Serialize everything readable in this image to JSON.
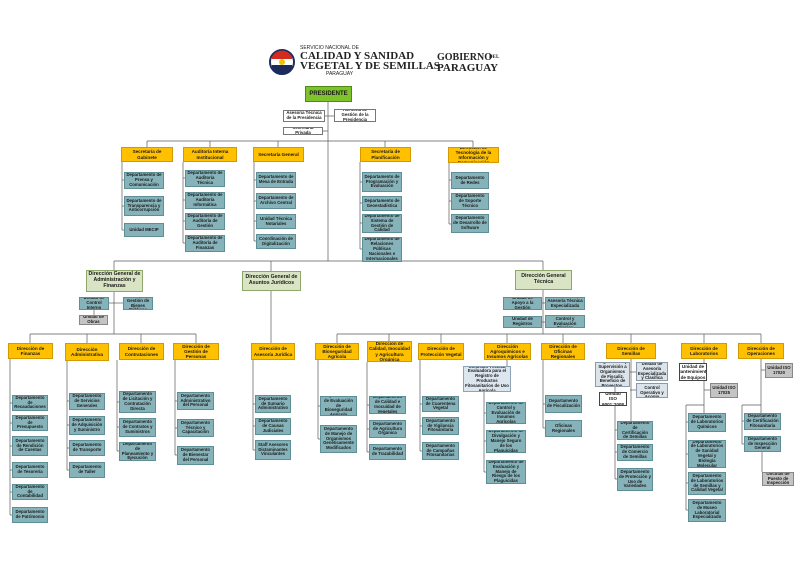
{
  "header": {
    "sn_line1": "SERVICIO NACIONAL DE",
    "sn_line2": "CALIDAD Y SANIDAD",
    "sn_line3": "VEGETAL Y DE SEMILLAS",
    "sn_line4": "PARAGUAY",
    "gob_line1": "GOBIERNO",
    "gob_del": "DEL",
    "gob_line2": "PARAGUAY"
  },
  "colors": {
    "presidente": "#7ec32b",
    "direccion_general": "#d9e4c4",
    "direccion": "#ffc000",
    "departamento": "#86b3ba",
    "line": "#5a5a5a"
  },
  "nodes": {
    "presidente": "PRESIDENTE",
    "asesoria_tecnica": "Asesoría Técnica de la Presidencia",
    "asesoria_gestion": "Asesoría de Gestión de la Presidencia",
    "secretaria_privada": "Secretaría Privada",
    "sec_gabinete": "Secretaría de Gabinete",
    "auditoria": "Auditoría Interna Institucional",
    "sec_general": "Secretaría General",
    "sec_planificacion": "Secretaría de Planificación",
    "dir_tic": "Dirección de Tecnología de la Información y Comunicación",
    "d_prensa": "Departamento de Prensa y Comunicación",
    "d_transparencia": "Departamento de Transparencia y Anticorrupción",
    "u_mecip": "Unidad MECIP",
    "d_aud_tecnica": "Departamento de Auditoría Técnica",
    "d_aud_informatica": "Departamento de Auditoría Informática",
    "d_aud_gestion": "Departamento de Auditoría de Gestión",
    "d_aud_finanzas": "Departamento de Auditoría de Finanzas",
    "d_mesa_entrada": "Departamento de Mesa de Entrada",
    "d_archivo": "Departamento de Archivo Central",
    "u_notariales": "Unidad Técnica Notariales",
    "c_digitalizacion": "Coordinación de Digitalización",
    "d_programacion": "Departamento de Programación y Evaluación",
    "d_geoestadistica": "Departamento de Geoestadística",
    "d_sistema_calidad": "Departamento de Sistema de Gestión de Calidad",
    "d_relaciones": "Departamento de Relaciones Públicas Nacionales e Internacionales",
    "d_redes": "Departamento de Redes",
    "d_soporte": "Departamento de Soporte Técnico",
    "d_software": "Departamento de Desarrollo de Software",
    "dg_admin": "Dirección General de Administración y Finanzas",
    "dg_juridicos": "Dirección General de Asuntos Jurídicos",
    "dg_tecnica": "Dirección General Técnica",
    "u_control_interno": "Unidad de Control Interno",
    "u_bienes": "Unidad de Gestión de Bienes Públicos",
    "u_obras": "Unidad de Obras",
    "u_apoyo": "Unidad de Apoyo a la Gestión",
    "asesoria_especializada": "Asesoría Técnica Especializada",
    "u_registros": "Unidad de Registros",
    "u_control_eval": "Unidad de Control y Evaluación Técnica",
    "dir_finanzas": "Dirección de Finanzas",
    "dir_administrativa": "Dirección Administrativa",
    "dir_contrataciones": "Dirección de Contrataciones",
    "dir_personas": "Dirección de Gestión de Personas",
    "dir_asesoria_juridica": "Dirección de Asesoría Jurídica",
    "dir_bioseguridad": "Dirección de Bioseguridad Agrícola",
    "dir_calidad": "Dirección de Calidad, Inocuidad y Agricultura Orgánica",
    "dir_proteccion": "Dirección de Protección Vegetal",
    "dir_agroquimicos": "Dirección Agroquímicos e Insumos Agrícolas",
    "dir_oficinas": "Dirección de Oficinas Regionales",
    "dir_semillas": "Dirección de Semillas",
    "dir_laboratorios": "Dirección de Laboratorios",
    "dir_operaciones": "Dirección de Operaciones",
    "d_recaudaciones": "Departamento de Recaudaciones",
    "d_presupuesto": "Departamento de Presupuesto",
    "d_rendicion": "Departamento de Rendición de Cuentas",
    "d_tesoreria": "Departamento de Tesorería",
    "d_contabilidad": "Departamento de Contabilidad",
    "d_patrimonio": "Departamento de Patrimonio",
    "d_servicios": "Departamento de Servicios Generales",
    "d_adquisicion": "Departamento de Adquisición y Suministro",
    "d_transporte": "Departamento de Transporte",
    "d_taller": "Departamento de Taller",
    "d_licitacion": "Departamento de Licitación y Contratación Directa",
    "d_contratos": "Departamento de Contratos y Suministros",
    "d_planeamiento": "Departamento de Planeamiento y Ejecución",
    "d_admin_personal": "Departamento Administrativo del Personal",
    "d_capacitacion": "Departamento Técnico y Capacitación",
    "d_bienestar": "Departamento de Bienestar del Personal",
    "d_sumario": "Departamento de Sumario Administrativo",
    "d_causas": "Departamento de Causas Judiciales",
    "staff_asesores": "Staff Asesores Dictaminantes Vinculantes",
    "d_eval_bioseguridad": "Departamento de Evaluación de Bioseguridad Agrícola",
    "d_manejo_ogm": "Departamento de Manejo de Organismos Genéticamente Modificados",
    "d_calidad_vegetales": "Departamento de Calidad e Inocuidad de Vegetales",
    "d_agricultura_organica": "Departamento de Agricultura Orgánica",
    "d_trazabilidad": "Departamento de Trazabilidad",
    "d_cuarentena": "Departamento de Cuarentena Vegetal",
    "d_vigilancia": "Departamento de Vigilancia Fitosanitaria",
    "d_campanas": "Departamento de Campañas Fitosanitarias",
    "comision_tecnica": "Comisión Técnica Evaluadora para el Registro de Productos Fitosanitarios de Uso Agrícola",
    "d_control_insumos": "Departamento de Control y Evaluación de Insumos Agrícolas",
    "d_divulgacion": "Departamento de Divulgación y Manejo Seguro de los Plaguicidas",
    "d_riesgo": "Departamento de Evaluación y Manejo de Riesgo de los Plaguicidas",
    "d_fiscalizacion": "Departamento de Fiscalización",
    "oficinas_regionales": "Oficinas Regionales",
    "coord_seguimiento": "Coordinación de Seguimiento y Supervisión a Organismos de Fiscaliz. Beneficio de Proyectos. Prueba. Revisión",
    "u_asesoria_clasifica": "Unidad de Asesoría Especializada y Clasifica",
    "u_control_operativo": "Unidad de Control Operativo y Acopio",
    "u_iso_9001": "Unidad ISO 9001:2008",
    "d_cert_semillas": "Departamento de Certificación de Semillas",
    "d_comercio_semillas": "Departamento de Comercio de Semillas",
    "d_proteccion_variedades": "Departamento de Protección y Uso de Variedades",
    "u_mantenimiento": "Unidad de Mantenimiento de Equipos",
    "u_iso_17025": "Unidad ISO 17025",
    "d_lab_quimicos": "Departamento de Laboratorios Químicos",
    "d_lab_molecular": "Departamento de Laboratorios de Sanidad Vegetal y Biología Molecular",
    "d_lab_semillas": "Departamento de Laboratorios de Semillas y Calidad Vegetal",
    "d_museo": "Departamento de Museo Laboratorial Especializado",
    "u_iso_17020": "Unidad ISO 17020",
    "d_cert_fitosanitaria": "Departamento de Certificación Fitosanitaria",
    "d_inspeccion": "Departamento de Inspección General",
    "oficinas_puesto": "Oficinas de Puesto de Inspección"
  }
}
